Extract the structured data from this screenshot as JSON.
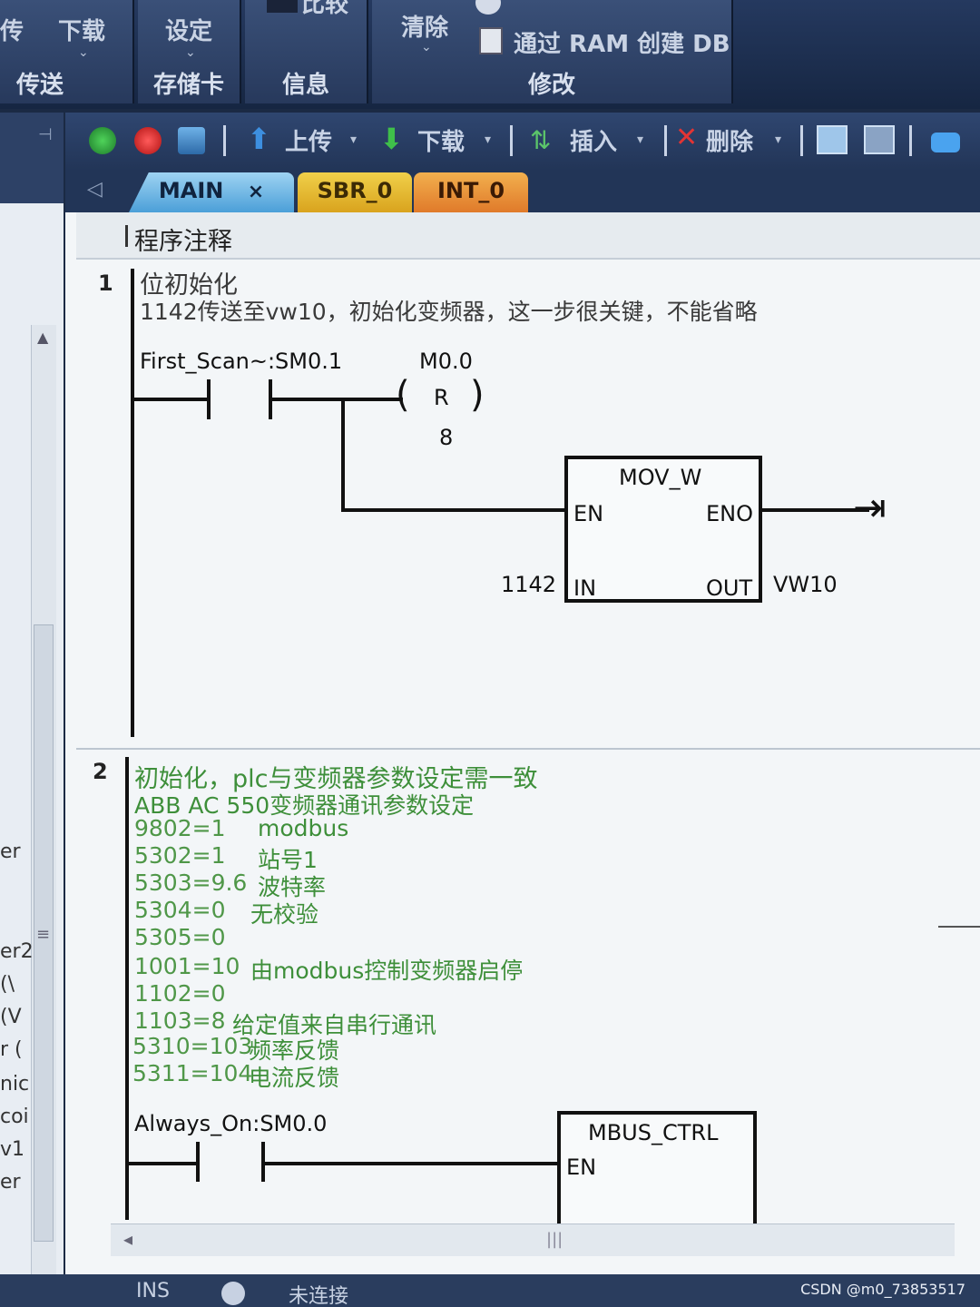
{
  "ribbon": {
    "transfer": {
      "upload_partial": "传",
      "download": "下载",
      "group_label": "传送"
    },
    "memory_card": {
      "settings": "设定",
      "group_label": "存储卡"
    },
    "info": {
      "compare_partial": "比较",
      "group_label": "信息"
    },
    "modify": {
      "clear": "清除",
      "create_db": "通过 RAM 创建 DB",
      "group_label": "修改"
    }
  },
  "toolbar": {
    "upload": "上传",
    "download": "下载",
    "insert": "插入",
    "delete": "删除"
  },
  "tabs": [
    {
      "label": "MAIN",
      "close": "×"
    },
    {
      "label": "SBR_0"
    },
    {
      "label": "INT_0"
    }
  ],
  "program_comment": "程序注释",
  "networks": [
    {
      "number": "1",
      "title": "位初始化",
      "comment": "1142传送至vw10，初始化变频器，这一步很关键，不能省略",
      "contact_label": "First_Scan~:SM0.1",
      "coil": {
        "address": "M0.0",
        "type": "R",
        "count": "8"
      },
      "box": {
        "name": "MOV_W",
        "en": "EN",
        "eno": "ENO",
        "in": "IN",
        "out": "OUT",
        "in_value": "1142",
        "out_value": "VW10"
      }
    },
    {
      "number": "2",
      "title": "初始化，plc与变频器参数设定需一致",
      "subtitle": "ABB AC 550变频器通讯参数设定",
      "params": [
        {
          "value": "9802=1",
          "desc": "modbus"
        },
        {
          "value": "5302=1",
          "desc": "站号1"
        },
        {
          "value": "5303=9.6",
          "desc": "波特率"
        },
        {
          "value": "5304=0",
          "desc": "无校验"
        },
        {
          "value": "5305=0",
          "desc": ""
        },
        {
          "value": "1001=10",
          "desc": "由modbus控制变频器启停"
        },
        {
          "value": "1102=0",
          "desc": ""
        },
        {
          "value": "1103=8",
          "desc": "给定值来自串行通讯"
        },
        {
          "value": "5310=103",
          "desc": "频率反馈"
        },
        {
          "value": "5311=104",
          "desc": "电流反馈"
        }
      ],
      "contact_label": "Always_On:SM0.0",
      "box": {
        "name": "MBUS_CTRL",
        "en": "EN"
      }
    }
  ],
  "left_panel_fragments": [
    "er",
    "er2",
    "(\\",
    "(V",
    "r (",
    "nic",
    "coi",
    "v1",
    "er"
  ],
  "status": {
    "mode": "INS",
    "text": "未连接"
  },
  "watermark": "CSDN @m0_73853517"
}
